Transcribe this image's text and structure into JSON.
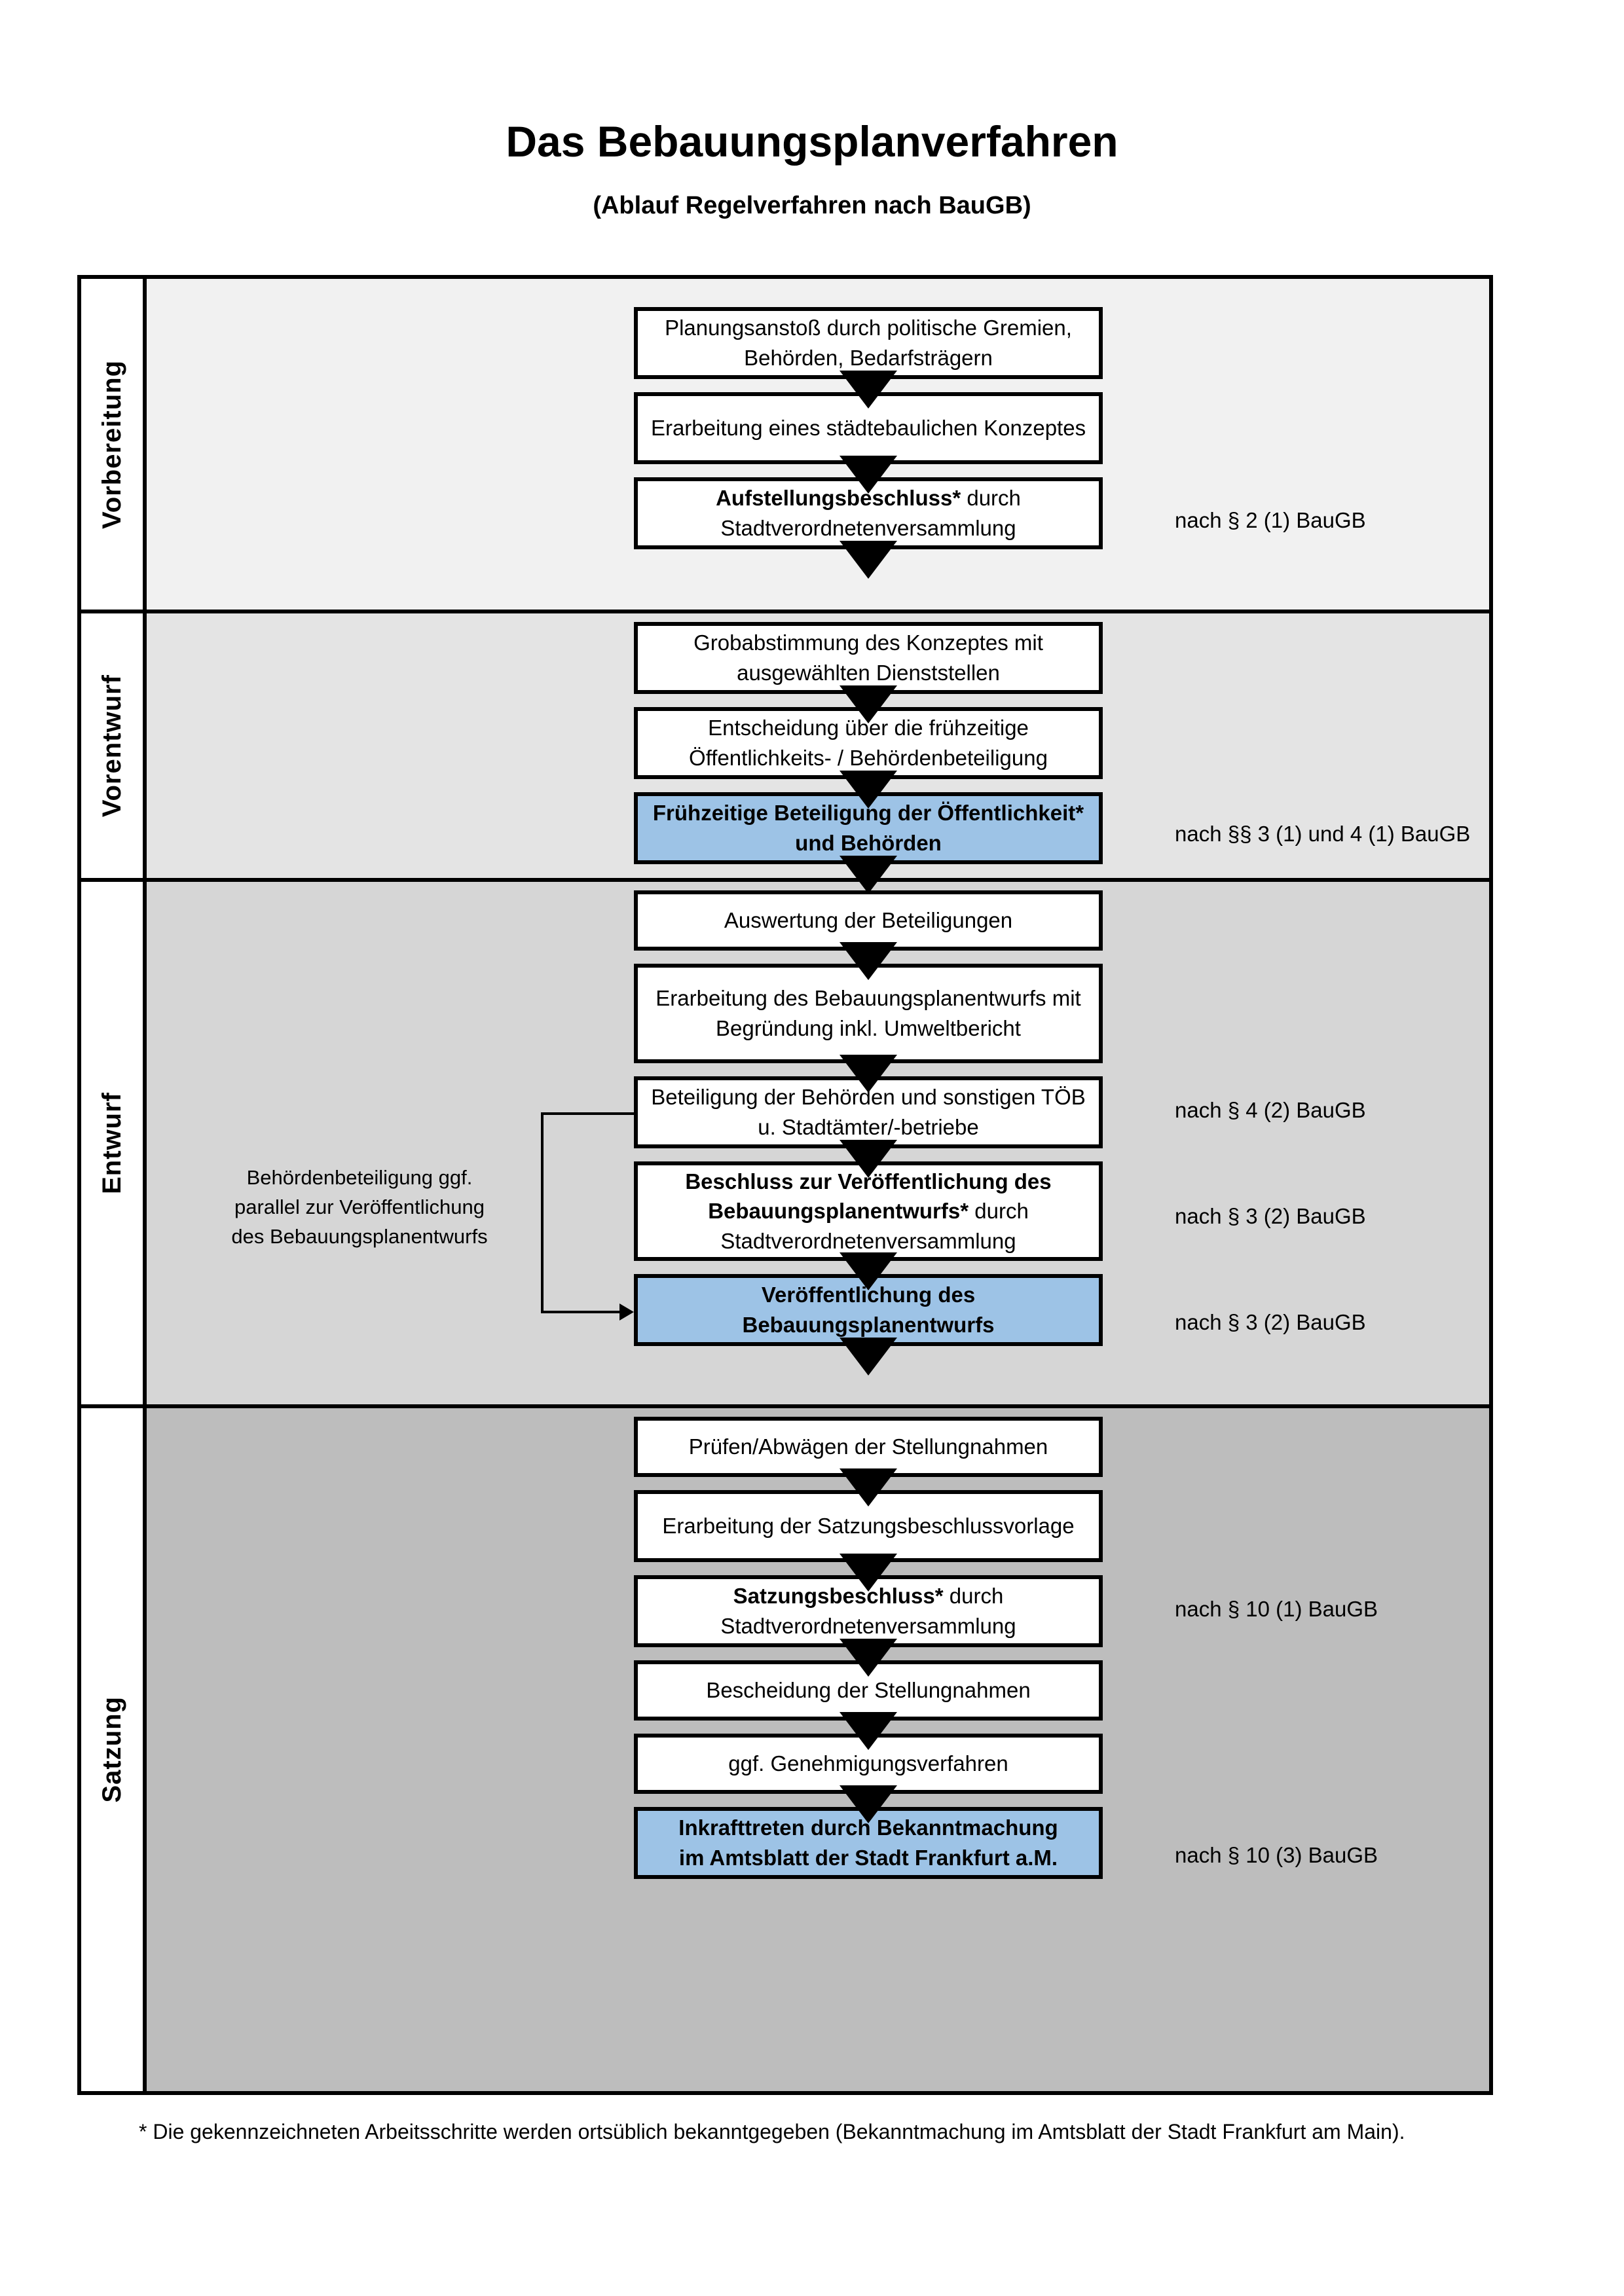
{
  "header": {
    "title": "Das Bebauungsplanverfahren",
    "subtitle": "(Ablauf Regelverfahren nach BauGB)"
  },
  "colors": {
    "highlight_blue": "#9DC3E6",
    "phase_1_bg": "#F1F1F1",
    "phase_2_bg": "#E4E4E4",
    "phase_3_bg": "#D6D6D6",
    "phase_4_bg": "#BDBDBD",
    "border": "#000000"
  },
  "phases": [
    {
      "label": "Vorbereitung",
      "background": "#F1F1F1",
      "steps": [
        {
          "text": "Planungsanstoß durch politische Gremien, Behörden, Bedarfsträgern",
          "bold_prefix": "",
          "highlight": false
        },
        {
          "text": "Erarbeitung eines städtebaulichen Konzeptes",
          "bold_prefix": "",
          "highlight": false
        },
        {
          "text": "Stadtverordnetenversammlung",
          "bold_prefix": "Aufstellungsbeschluss*",
          "mid_text": " durch",
          "highlight": false
        }
      ],
      "legal_refs": [
        {
          "text": "nach § 2 (1) BauGB"
        }
      ]
    },
    {
      "label": "Vorentwurf",
      "background": "#E4E4E4",
      "steps": [
        {
          "text": "Grobabstimmung des Konzeptes mit ausgewählten Dienststellen",
          "bold_prefix": "",
          "highlight": false
        },
        {
          "text": "Entscheidung über die frühzeitige Öffentlichkeits- / Behördenbeteiligung",
          "bold_prefix": "",
          "highlight": false
        },
        {
          "text": "Frühzeitige Beteiligung der Öffentlichkeit* und Behörden",
          "bold_prefix": "",
          "highlight": true
        }
      ],
      "legal_refs": [
        {
          "text": "nach §§ 3 (1) und 4 (1) BauGB"
        }
      ]
    },
    {
      "label": "Entwurf",
      "background": "#D6D6D6",
      "side_note": "Behördenbeteiligung ggf. parallel zur Veröffentlichung des Bebauungsplanentwurfs",
      "steps": [
        {
          "text": "Auswertung der Beteiligungen",
          "bold_prefix": "",
          "highlight": false
        },
        {
          "text": "Erarbeitung des Bebauungsplanentwurfs mit Begründung inkl. Umweltbericht",
          "bold_prefix": "",
          "highlight": false
        },
        {
          "text": "Beteiligung der Behörden und sonstigen TÖB u. Stadtämter/-betriebe",
          "bold_prefix": "",
          "highlight": false
        },
        {
          "text": "Stadtverordnetenversammlung",
          "bold_prefix": "Beschluss zur Veröffentlichung des Bebauungsplanentwurfs*",
          "mid_text": " durch",
          "highlight": false
        },
        {
          "text": "Veröffentlichung des Bebauungsplanentwurfs",
          "bold_prefix": "",
          "highlight": true
        }
      ],
      "legal_refs": [
        {
          "text": "nach § 4 (2) BauGB"
        },
        {
          "text": "nach § 3 (2) BauGB"
        },
        {
          "text": "nach § 3 (2) BauGB"
        }
      ]
    },
    {
      "label": "Satzung",
      "background": "#BDBDBD",
      "steps": [
        {
          "text": "Prüfen/Abwägen der Stellungnahmen",
          "bold_prefix": "",
          "highlight": false
        },
        {
          "text": "Erarbeitung der Satzungsbeschlussvorlage",
          "bold_prefix": "",
          "highlight": false
        },
        {
          "text": "Stadtverordnetenversammlung",
          "bold_prefix": "Satzungsbeschluss*",
          "mid_text": " durch",
          "highlight": false
        },
        {
          "text": "Bescheidung der Stellungnahmen",
          "bold_prefix": "",
          "highlight": false
        },
        {
          "text": "ggf. Genehmigungsverfahren",
          "bold_prefix": "",
          "highlight": false
        },
        {
          "text": "im Amtsblatt der Stadt Frankfurt a.M.",
          "bold_prefix": "Inkrafttreten",
          "mid_text": " durch Bekanntmachung",
          "highlight": true
        }
      ],
      "legal_refs": [
        {
          "text": "nach § 10 (1) BauGB"
        },
        {
          "text": "nach § 10 (3) BauGB"
        }
      ]
    }
  ],
  "footnote": "* Die gekennzeichneten Arbeitsschritte werden ortsüblich bekanntgegeben (Bekanntmachung im Amtsblatt  der Stadt Frankfurt am Main)."
}
